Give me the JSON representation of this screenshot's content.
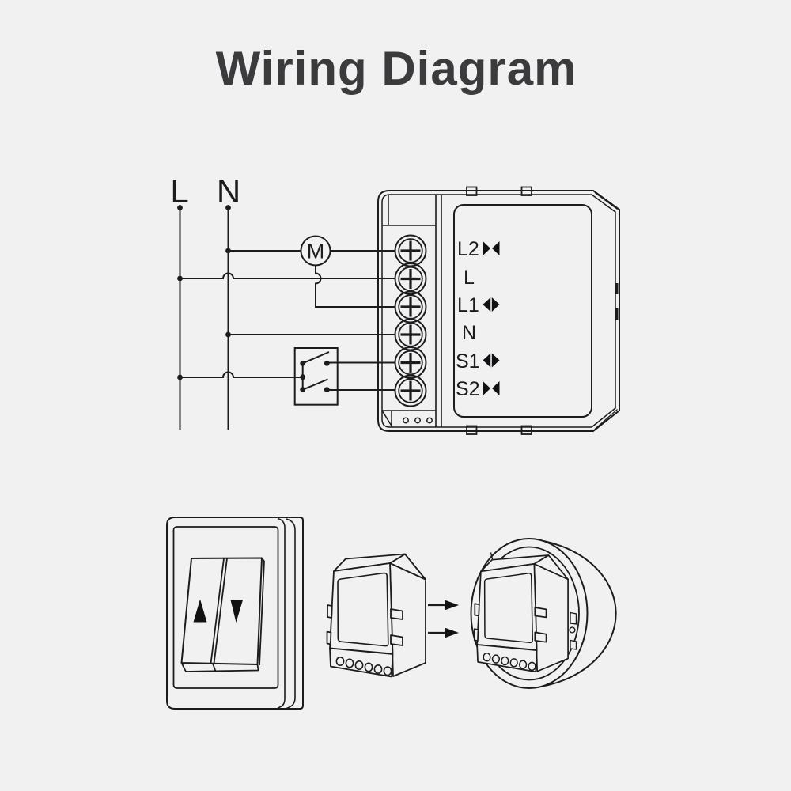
{
  "title": "Wiring Diagram",
  "colors": {
    "background": "#f1f1f2",
    "line": "#1c1c1e",
    "title_text": "#3b3b3d",
    "icon_fill": "#111113"
  },
  "schematic": {
    "supply": {
      "live_label": "L",
      "neutral_label": "N"
    },
    "motor_label": "M",
    "wall_switch_symbol": "double-rocker-switch",
    "module_terminals": [
      {
        "label": "L2",
        "icon": "blinds-close-icon"
      },
      {
        "label": "L",
        "icon": ""
      },
      {
        "label": "L1",
        "icon": "blinds-open-icon"
      },
      {
        "label": "N",
        "icon": ""
      },
      {
        "label": "S1",
        "icon": "blinds-open-icon"
      },
      {
        "label": "S2",
        "icon": "blinds-close-icon"
      }
    ]
  },
  "installation": {
    "wall_switch": {
      "up_icon": "up-arrow-icon",
      "down_icon": "down-arrow-icon"
    },
    "flow_arrows": [
      "right-arrow-icon",
      "right-arrow-icon"
    ],
    "items": [
      "rocker-wall-switch",
      "relay-module-3d",
      "round-mounting-box"
    ]
  }
}
